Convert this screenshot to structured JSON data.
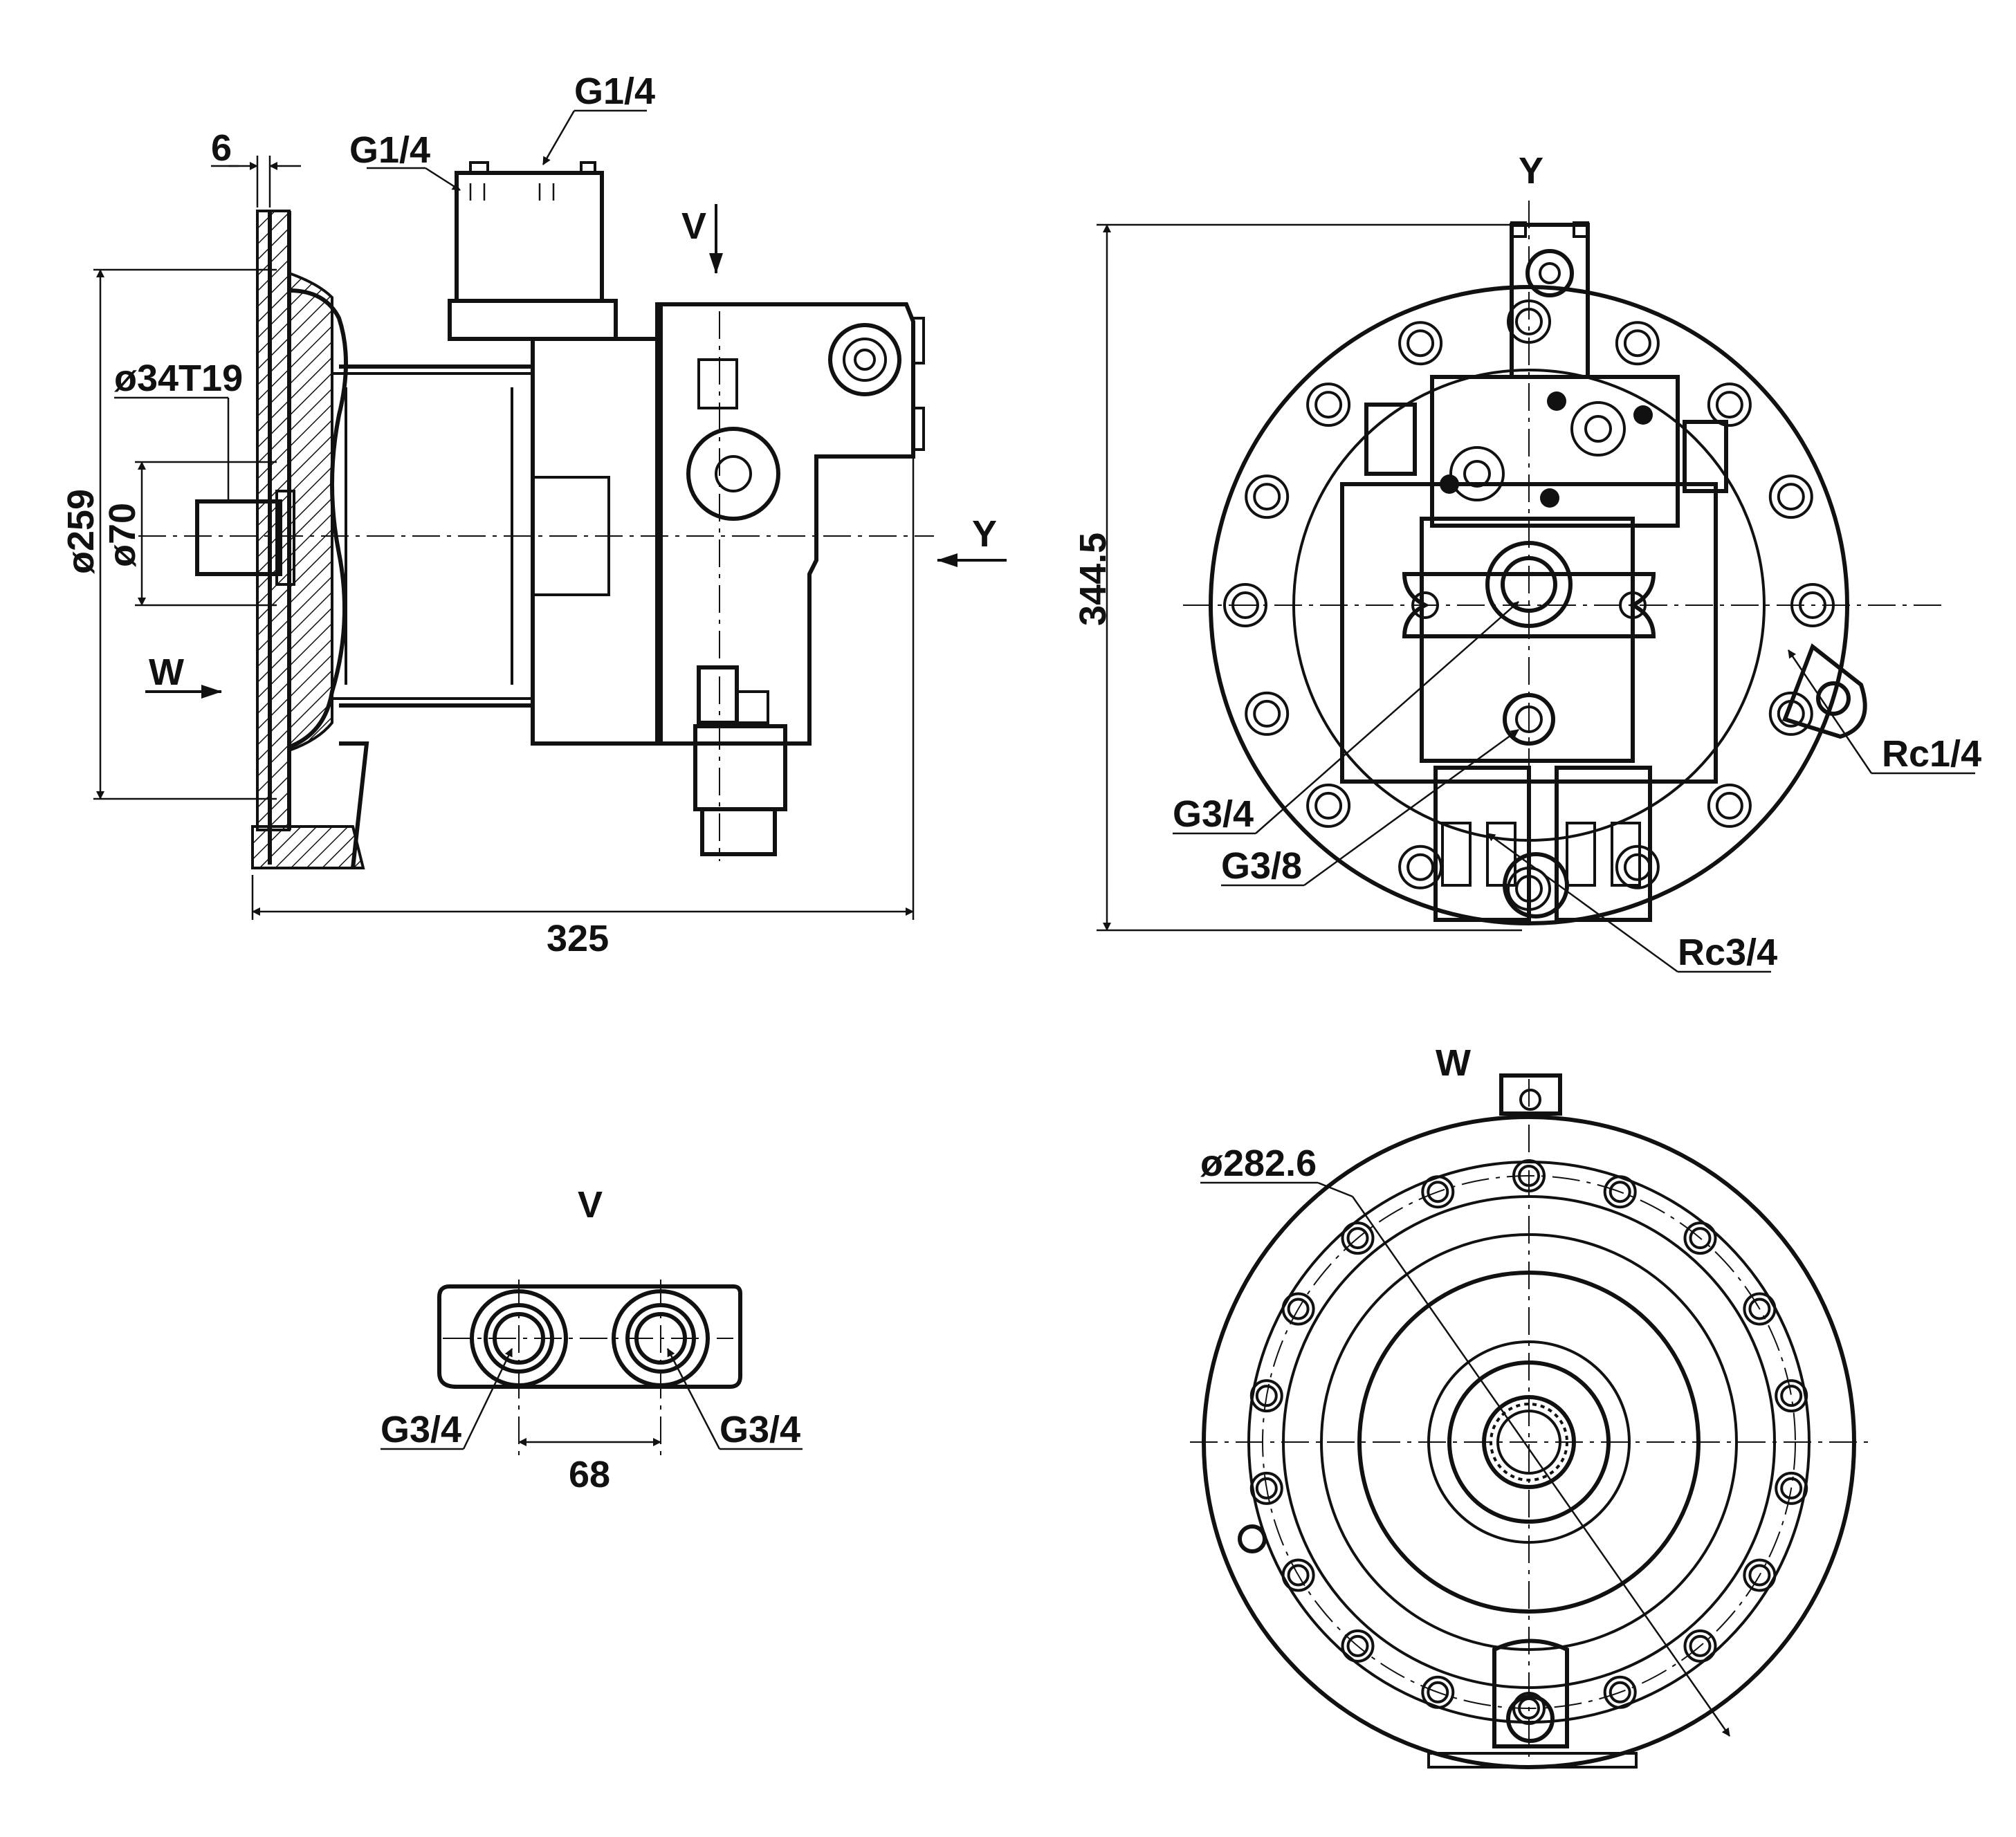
{
  "side_view": {
    "dim_flange_thickness": "6",
    "port_top_right": "G1/4",
    "port_top_left": "G1/4",
    "view_arrow_v": "V",
    "shaft_spline": "ø34T19",
    "dia_flange": "ø259",
    "dia_pilot": "ø70",
    "view_arrow_y": "Y",
    "view_arrow_w": "W",
    "overall_length": "325"
  },
  "view_y": {
    "title": "Y",
    "height": "344.5",
    "port_main": "G3/4",
    "port_drain": "G3/8",
    "port_rc14": "Rc1/4",
    "port_rc34": "Rc3/4"
  },
  "view_v": {
    "title": "V",
    "port_left": "G3/4",
    "port_right": "G3/4",
    "spacing": "68"
  },
  "view_w": {
    "title": "W",
    "bolt_circle": "ø282.6"
  }
}
